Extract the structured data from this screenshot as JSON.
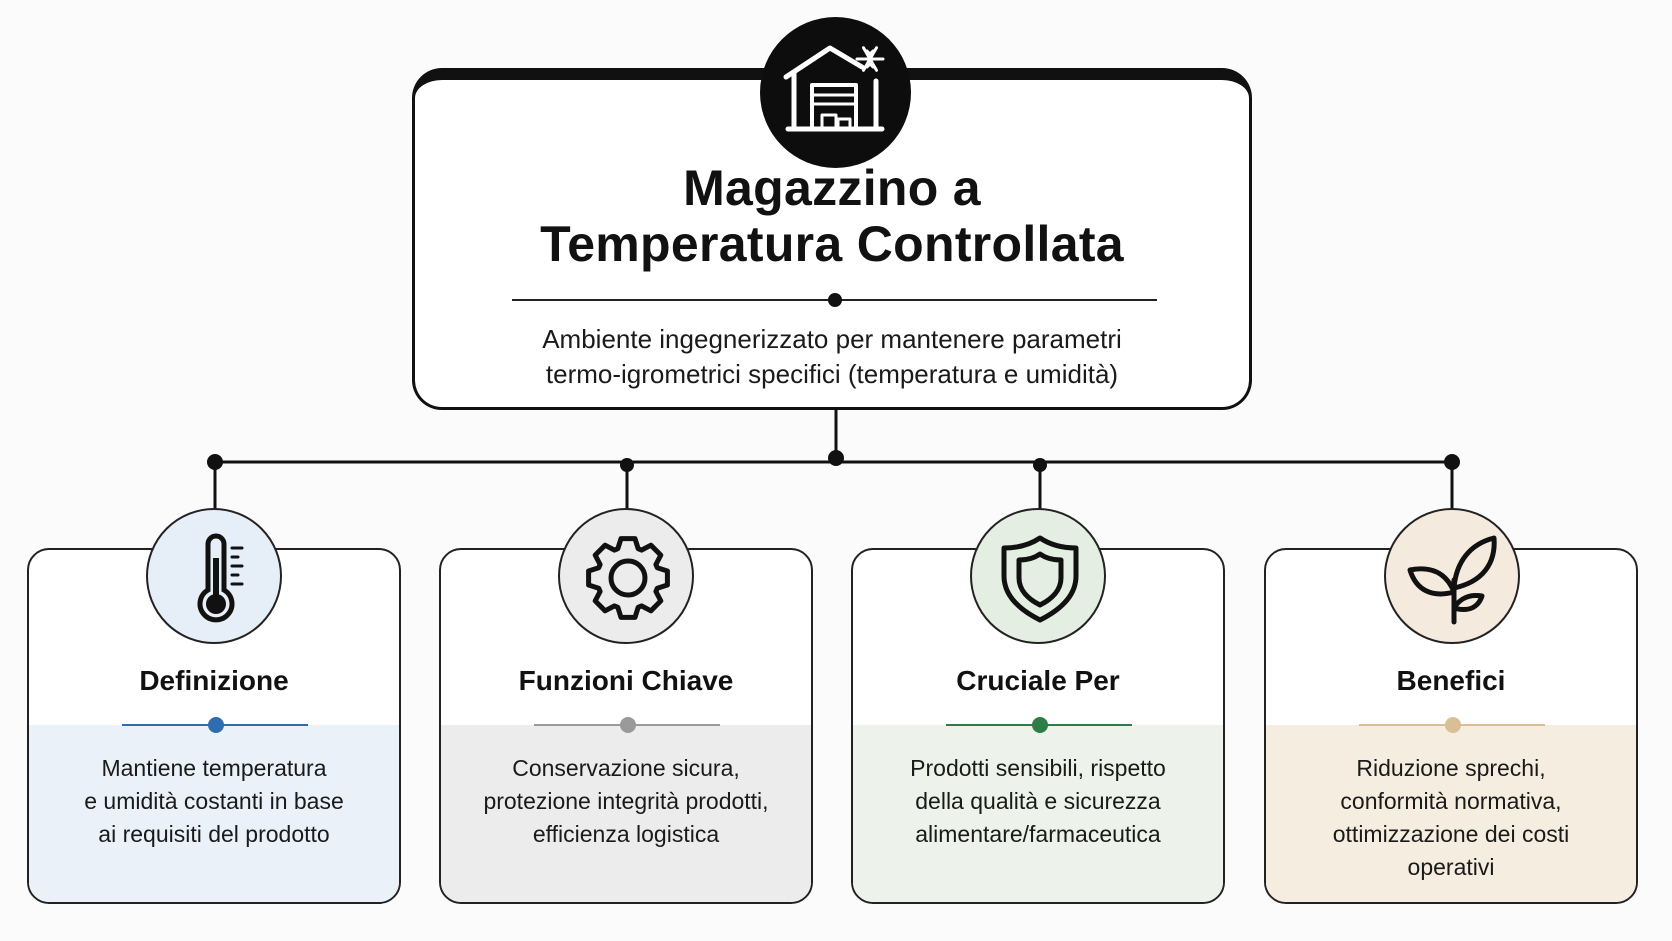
{
  "header": {
    "title_line1": "Magazzino a",
    "title_line2": "Temperatura Controllata",
    "subtitle_line1": "Ambiente ingegnerizzato per mantenere parametri",
    "subtitle_line2": "termo-igrometrici specifici (temperatura e umidità)",
    "icon": "cold-storage-warehouse-icon"
  },
  "cards": [
    {
      "title": "Definizione",
      "icon": "thermometer-icon",
      "accent": "#2f6db0",
      "tint": "#eaf1f9",
      "icon_bg": "#e6eef8",
      "text_lines": [
        "Mantiene temperatura",
        "e umidità costanti in base",
        "ai requisiti del prodotto"
      ]
    },
    {
      "title": "Funzioni Chiave",
      "icon": "gear-icon",
      "accent": "#9a9a9a",
      "tint": "#ececec",
      "icon_bg": "#ececec",
      "text_lines": [
        "Conservazione sicura,",
        "protezione integrità prodotti,",
        "efficienza logistica"
      ]
    },
    {
      "title": "Cruciale Per",
      "icon": "shield-icon",
      "accent": "#2e7d46",
      "tint": "#edf3ea",
      "icon_bg": "#e5eee2",
      "text_lines": [
        "Prodotti sensibili, rispetto",
        "della qualità e sicurezza",
        "alimentare/farmaceutica"
      ]
    },
    {
      "title": "Benefici",
      "icon": "leaf-plant-icon",
      "accent": "#d8bf96",
      "tint": "#f5ede0",
      "icon_bg": "#f4ebde",
      "text_lines": [
        "Riduzione sprechi,",
        "conformità normativa,",
        "ottimizzazione dei costi",
        "operativi"
      ]
    }
  ]
}
